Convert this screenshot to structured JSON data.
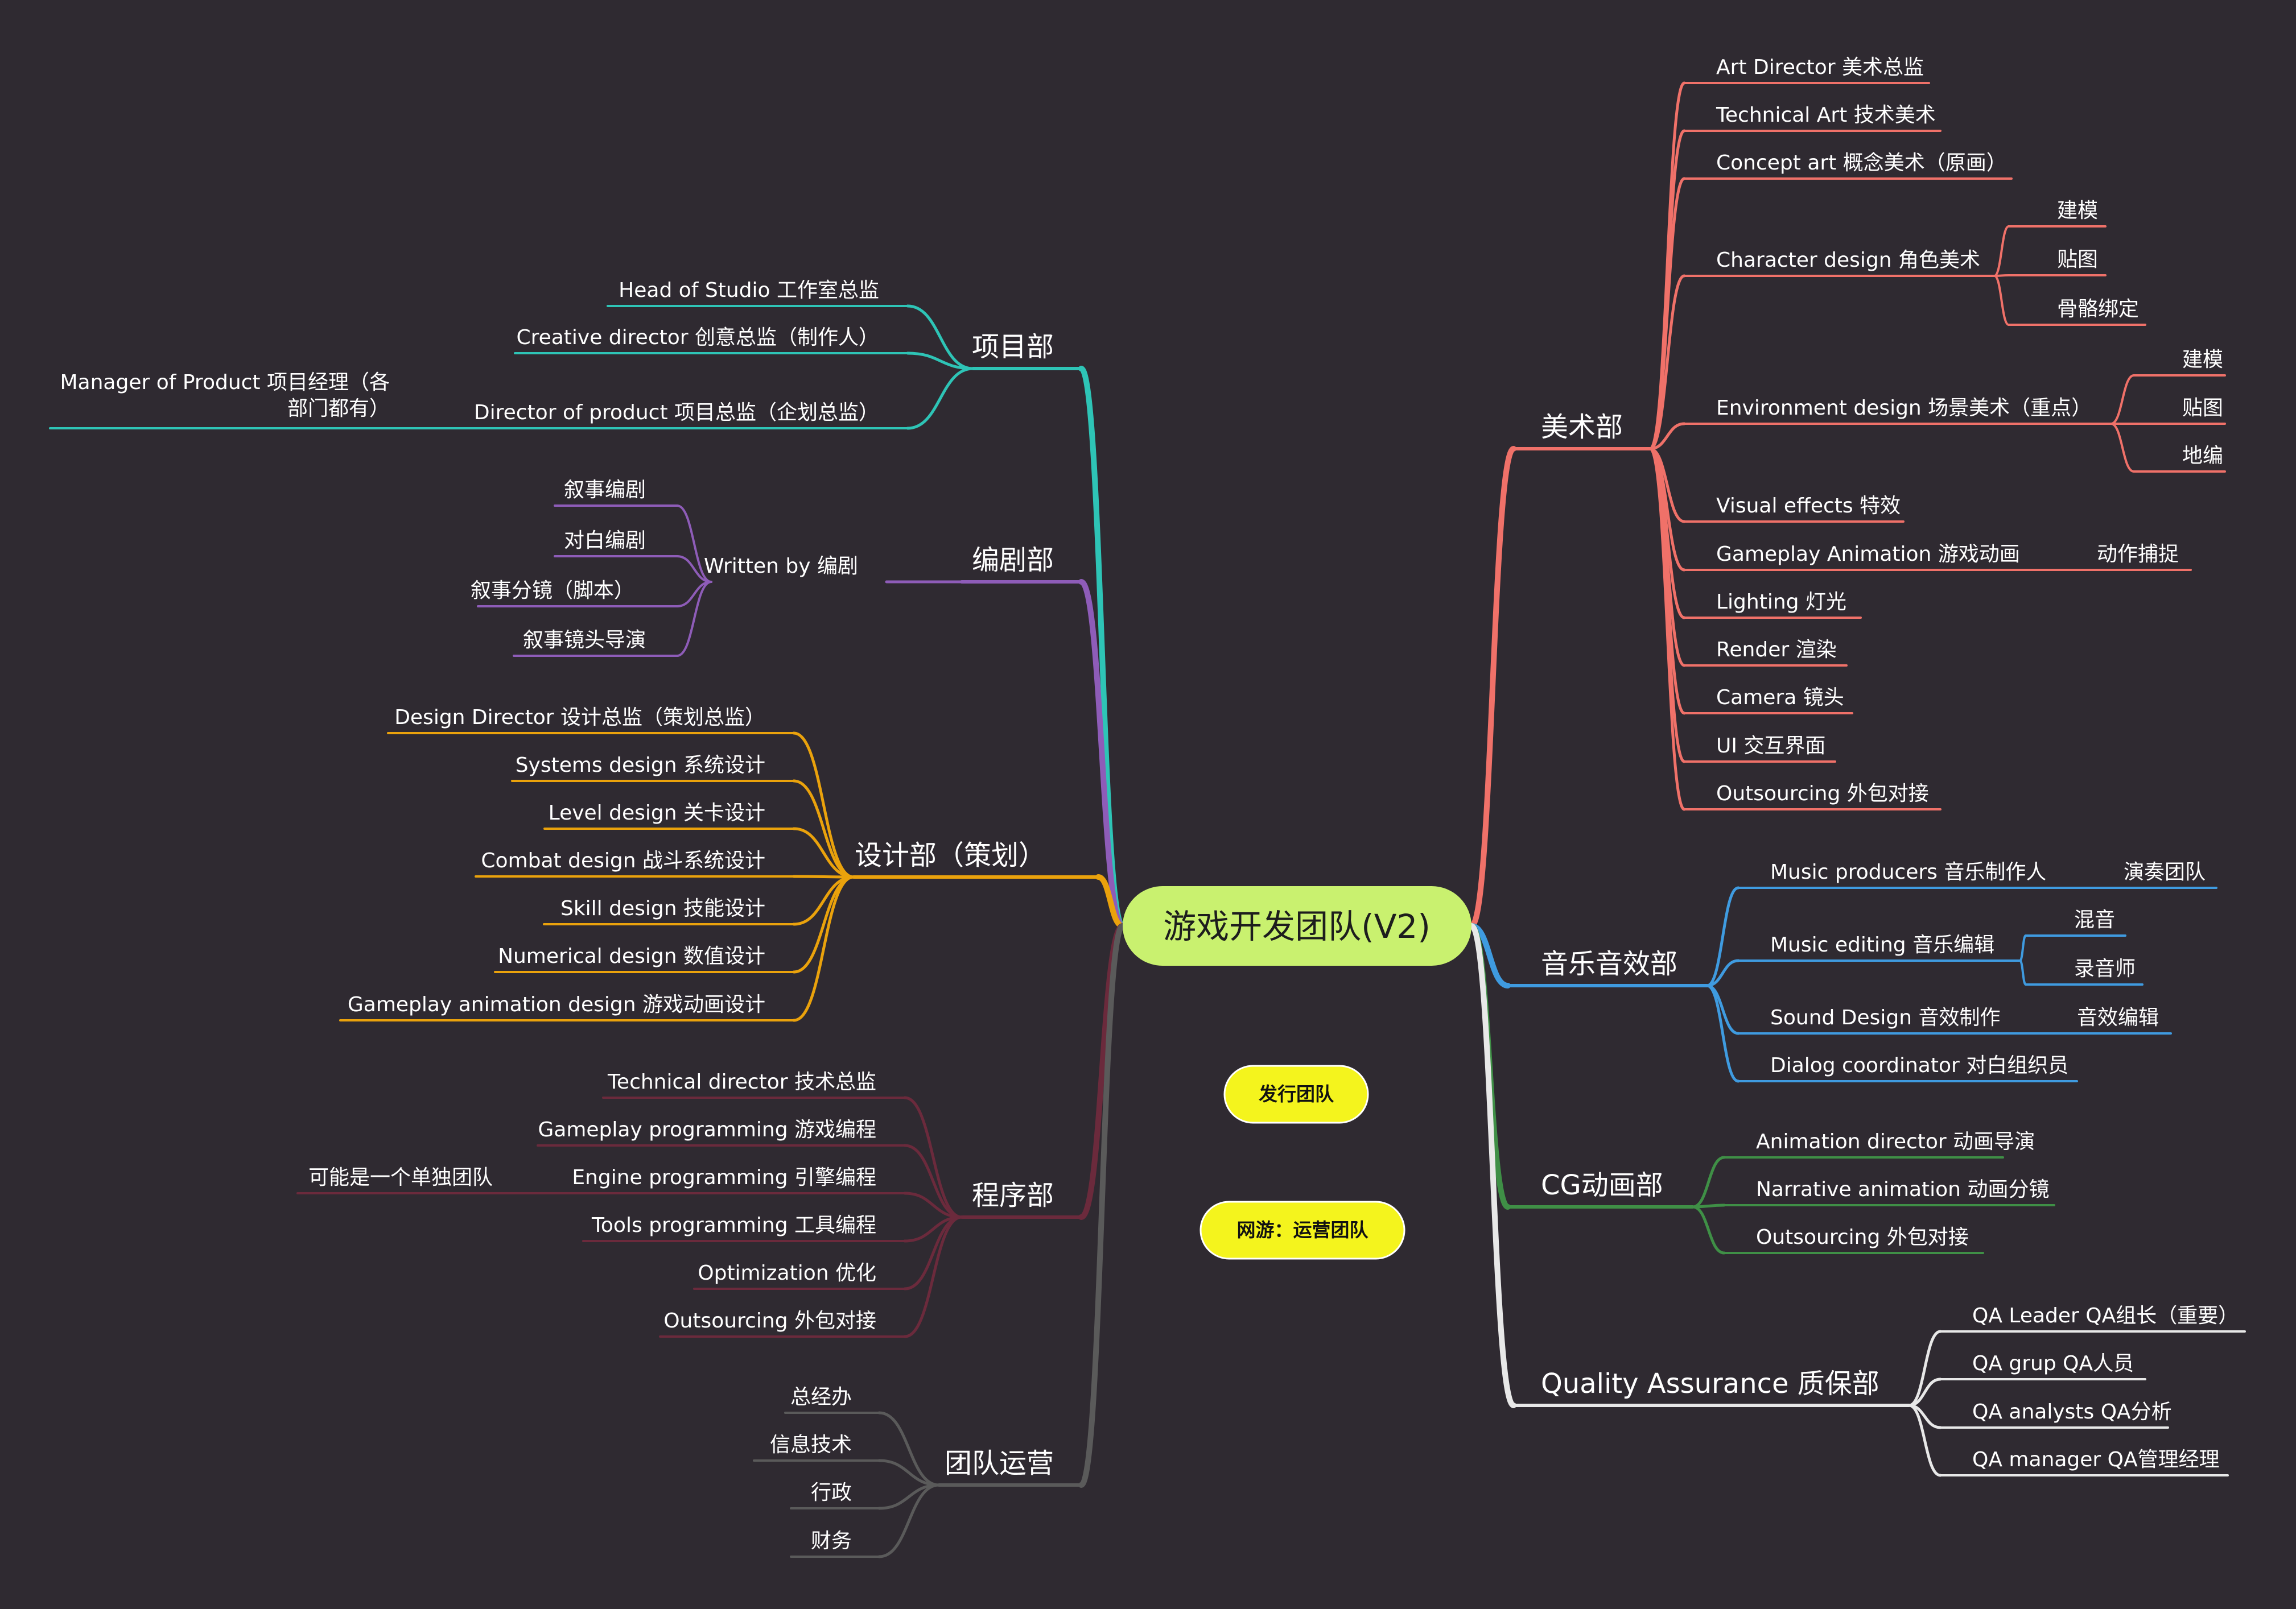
{
  "title": "游戏开发团队(V2)",
  "notes": [
    "发行团队",
    "网游：运营团队"
  ],
  "branches": [
    {
      "id": "xiangmu",
      "label": "项目部",
      "color": "#2ec4b6",
      "children": [
        {
          "label": "Head of Studio 工作室总监"
        },
        {
          "label": "Creative director 创意总监（制作人）"
        },
        {
          "label": "Director of product 项目总监（企划总监）",
          "children": [
            {
              "label": [
                "Manager of Product 项目经理（各",
                "部门都有）"
              ]
            }
          ]
        }
      ]
    },
    {
      "id": "bianju",
      "label": "编剧部",
      "color": "#8e5cb8",
      "children": [
        {
          "label": "Written by 编剧",
          "children": [
            {
              "label": "叙事编剧"
            },
            {
              "label": "对白编剧"
            },
            {
              "label": "叙事分镜（脚本）"
            },
            {
              "label": "叙事镜头导演"
            }
          ]
        }
      ]
    },
    {
      "id": "sheji",
      "label": "设计部（策划）",
      "color": "#eaa20c",
      "children": [
        {
          "label": "Design Director 设计总监（策划总监）"
        },
        {
          "label": "Systems design 系统设计"
        },
        {
          "label": "Level design 关卡设计"
        },
        {
          "label": "Combat design 战斗系统设计"
        },
        {
          "label": "Skill design  技能设计"
        },
        {
          "label": "Numerical design 数值设计"
        },
        {
          "label": "Gameplay animation design 游戏动画设计"
        }
      ]
    },
    {
      "id": "chengxu",
      "label": "程序部",
      "color": "#6b2a3c",
      "children": [
        {
          "label": "Technical director 技术总监"
        },
        {
          "label": "Gameplay programming 游戏编程"
        },
        {
          "label": "Engine programming 引擎编程",
          "children": [
            {
              "label": "可能是一个单独团队"
            }
          ]
        },
        {
          "label": "Tools programming 工具编程"
        },
        {
          "label": "Optimization 优化"
        },
        {
          "label": "Outsourcing 外包对接"
        }
      ]
    },
    {
      "id": "yunying",
      "label": "团队运营",
      "color": "#5a5a5a",
      "children": [
        {
          "label": "总经办"
        },
        {
          "label": "信息技术"
        },
        {
          "label": "行政"
        },
        {
          "label": "财务"
        }
      ]
    },
    {
      "id": "meishu",
      "label": "美术部",
      "color": "#f07169",
      "children": [
        {
          "label": "Art Director 美术总监"
        },
        {
          "label": "Technical Art 技术美术"
        },
        {
          "label": "Concept art 概念美术（原画）"
        },
        {
          "label": "Character design 角色美术",
          "children": [
            {
              "label": "建模"
            },
            {
              "label": "贴图"
            },
            {
              "label": "骨骼绑定"
            }
          ]
        },
        {
          "label": "Environment design 场景美术（重点）",
          "children": [
            {
              "label": "建模"
            },
            {
              "label": "贴图"
            },
            {
              "label": "地编"
            }
          ]
        },
        {
          "label": "Visual effects 特效"
        },
        {
          "label": "Gameplay Animation 游戏动画",
          "children": [
            {
              "label": "动作捕捉"
            }
          ]
        },
        {
          "label": "Lighting  灯光"
        },
        {
          "label": "Render 渲染"
        },
        {
          "label": "Camera 镜头"
        },
        {
          "label": "UI 交互界面"
        },
        {
          "label": "Outsourcing 外包对接"
        }
      ]
    },
    {
      "id": "yinyue",
      "label": "音乐音效部",
      "color": "#3f9be0",
      "children": [
        {
          "label": "Music producers 音乐制作人",
          "children": [
            {
              "label": "演奏团队"
            }
          ]
        },
        {
          "label": "Music editing 音乐编辑",
          "children": [
            {
              "label": "混音"
            },
            {
              "label": "录音师"
            }
          ]
        },
        {
          "label": "Sound Design 音效制作",
          "children": [
            {
              "label": "音效编辑"
            }
          ]
        },
        {
          "label": "Dialog coordinator 对白组织员"
        }
      ]
    },
    {
      "id": "cg",
      "label": "CG动画部",
      "color": "#3f8f46",
      "children": [
        {
          "label": "Animation director 动画导演"
        },
        {
          "label": "Narrative animation 动画分镜"
        },
        {
          "label": "Outsourcing 外包对接"
        }
      ]
    },
    {
      "id": "qa",
      "label": "Quality Assurance 质保部",
      "color": "#e8e8e8",
      "children": [
        {
          "label": "QA Leader QA组长（重要）"
        },
        {
          "label": "QA grup QA人员"
        },
        {
          "label": "QA analysts QA分析"
        },
        {
          "label": "QA manager QA管理经理"
        }
      ]
    }
  ]
}
